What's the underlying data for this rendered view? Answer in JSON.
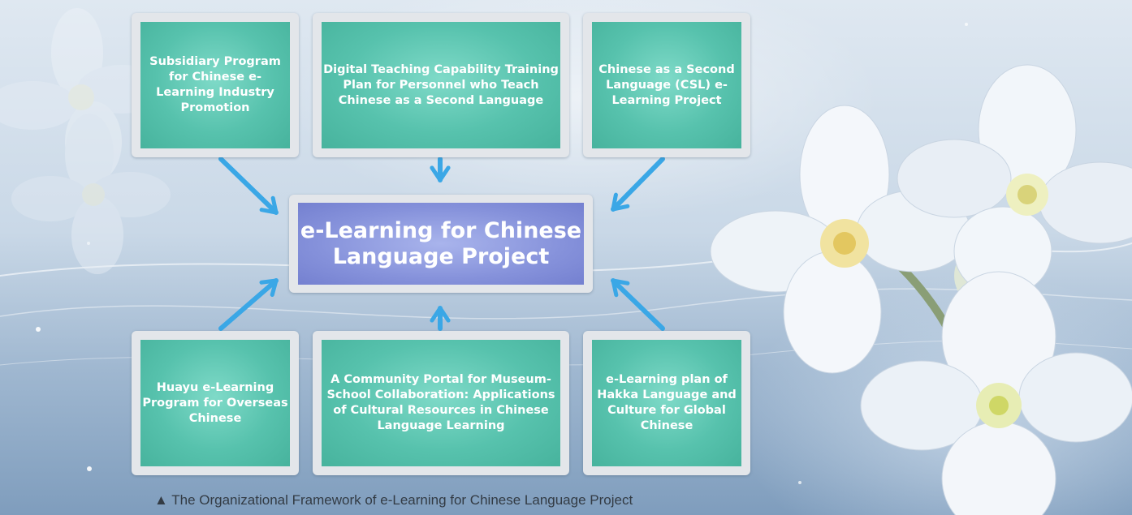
{
  "colors": {
    "box_green": "#57c2ad",
    "box_center": "#8692db",
    "box_frame": "#e3e6ea",
    "arrow": "#3aa7e6",
    "text": "#ffffff",
    "caption": "#333b44"
  },
  "center": {
    "title": "e-Learning for Chinese Language Project"
  },
  "top_boxes": [
    {
      "label": "Subsidiary Program for Chinese e-Learning Industry Promotion"
    },
    {
      "label": "Digital Teaching Capability Training Plan for Personnel who Teach Chinese as a Second Language"
    },
    {
      "label": "Chinese as a Second Language (CSL) e-Learning Project"
    }
  ],
  "bottom_boxes": [
    {
      "label": "Huayu e-Learning Program for Overseas Chinese"
    },
    {
      "label": "A Community Portal for Museum-School Collaboration: Applications of Cultural Resources in Chinese Language Learning"
    },
    {
      "label": "e-Learning plan of Hakka Language and Culture for Global Chinese"
    }
  ],
  "caption": {
    "marker": "▲",
    "text": "The Organizational Framework of e-Learning for Chinese Language Project"
  },
  "icons": [
    "up-triangle-icon",
    "flower-icon",
    "arrow-icon"
  ]
}
